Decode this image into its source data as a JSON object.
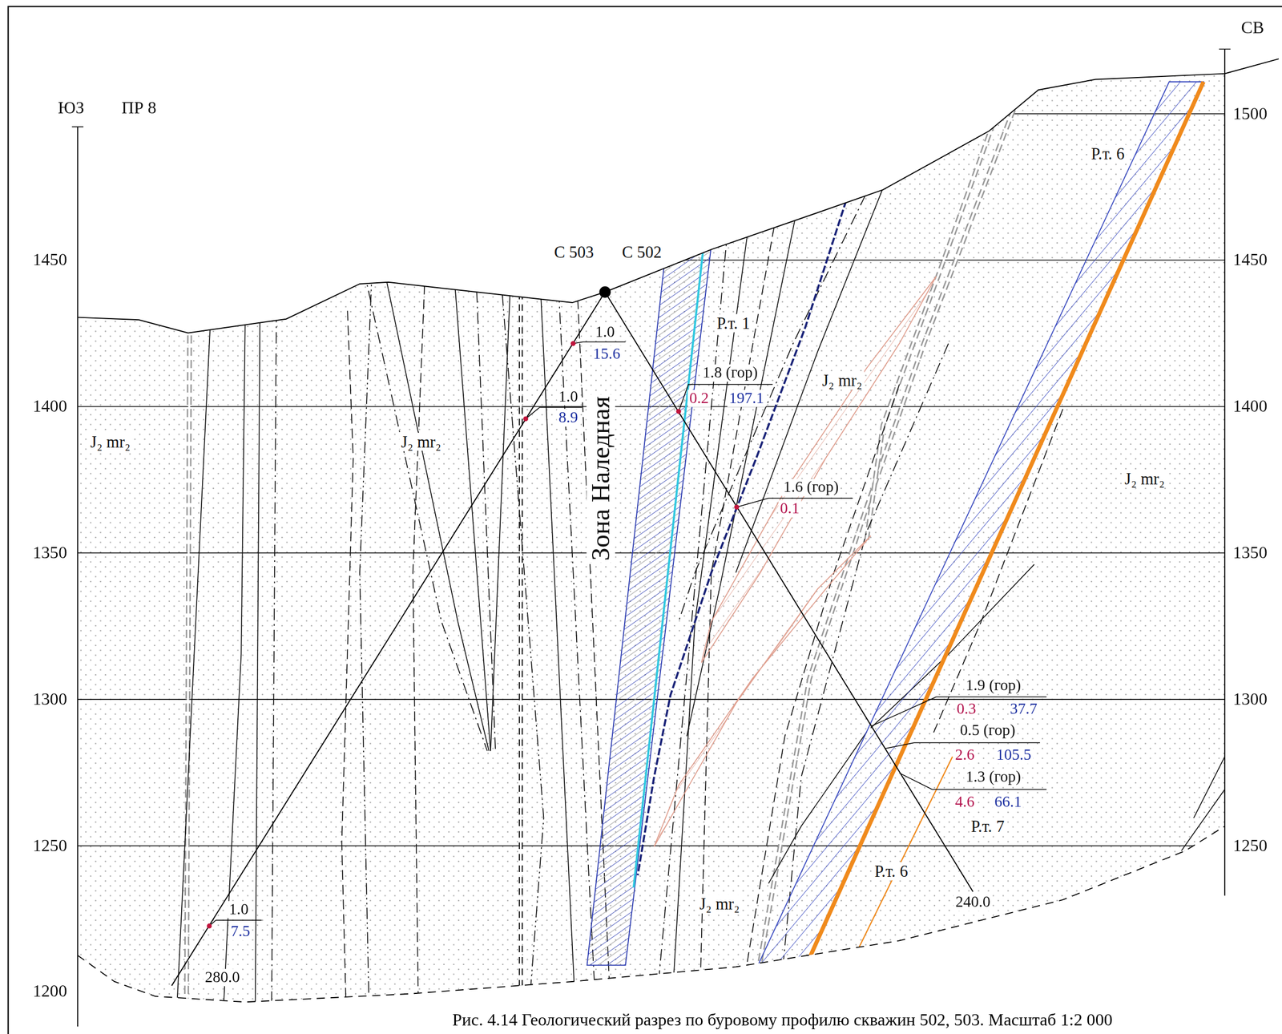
{
  "diagram": {
    "caption": "Рис. 4.14 Геологический разрез по буровому профилю скважин 502, 503. Масштаб 1:2 000",
    "labels": [
      "ЮЗ",
      "ПР 8",
      "СВ",
      "1450",
      "1400",
      "1350",
      "1300",
      "1250",
      "1200",
      "1500",
      "1450",
      "1400",
      "1350",
      "1300",
      "1250",
      "С 503",
      "С 502",
      "Р.т. 1",
      "1.0",
      "15.6",
      "1.8 (гор)",
      "0.2",
      "197.1",
      "1.0",
      "8.9",
      "J₂ mr₂",
      "Зона Наледная",
      "J₂ mr₂",
      "1.6 (гор)",
      "0.1",
      "J₂ mr₂",
      "J₂ mr₂",
      "1.9 (гор)",
      "0.3",
      "37.7",
      "0.5 (гор)",
      "2.6",
      "105.5",
      "1.3 (гор)",
      "4.6",
      "66.1",
      "Р.т. 7",
      "Р.т. 6",
      "Р.т. 6",
      "J₂ mr₂",
      "240.0",
      "1.0",
      "7.5",
      "280.0"
    ]
  }
}
